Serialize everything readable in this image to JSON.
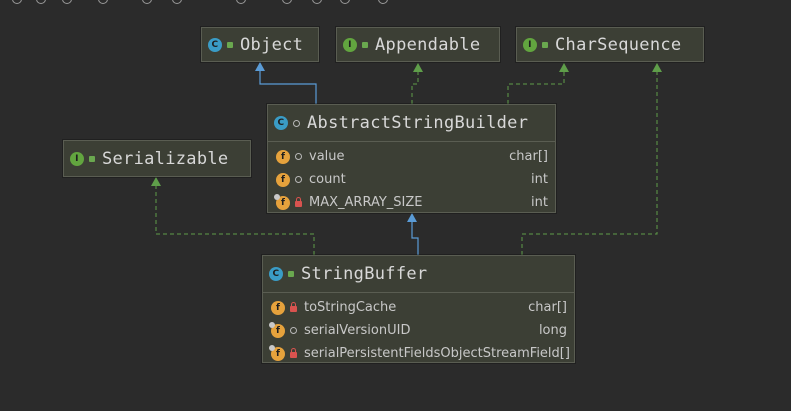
{
  "diagram": {
    "classes": {
      "object": {
        "name": "Object",
        "kind": "class"
      },
      "appendable": {
        "name": "Appendable",
        "kind": "interface"
      },
      "charsequence": {
        "name": "CharSequence",
        "kind": "interface"
      },
      "serializable": {
        "name": "Serializable",
        "kind": "interface"
      },
      "asb": {
        "name": "AbstractStringBuilder",
        "kind": "abstract-class",
        "fields": [
          {
            "name": "value",
            "type": "char[]",
            "visibility": "package"
          },
          {
            "name": "count",
            "type": "int",
            "visibility": "package"
          },
          {
            "name": "MAX_ARRAY_SIZE",
            "type": "int",
            "visibility": "private"
          }
        ]
      },
      "sbuf": {
        "name": "StringBuffer",
        "kind": "class",
        "fields": [
          {
            "name": "toStringCache",
            "type": "char[]",
            "visibility": "private"
          },
          {
            "name": "serialVersionUID",
            "type": "long",
            "visibility": "package"
          },
          {
            "name": "serialPersistentFields",
            "type": "ObjectStreamField[]",
            "visibility": "private"
          }
        ]
      }
    },
    "relations": [
      {
        "from": "AbstractStringBuilder",
        "to": "Object",
        "type": "extends",
        "color": "#5a9bd6"
      },
      {
        "from": "AbstractStringBuilder",
        "to": "Appendable",
        "type": "implements",
        "color": "#5f9e4a"
      },
      {
        "from": "AbstractStringBuilder",
        "to": "CharSequence",
        "type": "implements",
        "color": "#5f9e4a"
      },
      {
        "from": "StringBuffer",
        "to": "AbstractStringBuilder",
        "type": "extends",
        "color": "#5a9bd6"
      },
      {
        "from": "StringBuffer",
        "to": "Serializable",
        "type": "implements",
        "color": "#5f9e4a"
      },
      {
        "from": "StringBuffer",
        "to": "CharSequence",
        "type": "implements",
        "color": "#5f9e4a"
      }
    ]
  },
  "colors": {
    "background": "#2b2b2b",
    "node": "#3c3f35",
    "class_badge": "#3a9cc6",
    "interface_badge": "#62a53f",
    "field_badge": "#e6a23c"
  }
}
